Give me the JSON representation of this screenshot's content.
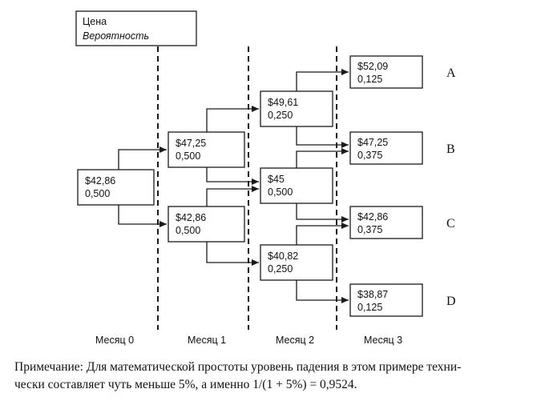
{
  "legend": {
    "price": "Цена",
    "probability": "Вероятность"
  },
  "month_labels": [
    "Месяц 0",
    "Месяц 1",
    "Месяц 2",
    "Месяц 3"
  ],
  "nodes": {
    "m0": {
      "price": "$42,86",
      "prob": "0,500"
    },
    "m1_up": {
      "price": "$47,25",
      "prob": "0,500"
    },
    "m1_down": {
      "price": "$42,86",
      "prob": "0,500"
    },
    "m2_up": {
      "price": "$49,61",
      "prob": "0,250"
    },
    "m2_mid": {
      "price": "$45",
      "prob": "0,500"
    },
    "m2_down": {
      "price": "$40,82",
      "prob": "0,250"
    },
    "m3_a": {
      "price": "$52,09",
      "prob": "0,125"
    },
    "m3_b": {
      "price": "$47,25",
      "prob": "0,375"
    },
    "m3_c": {
      "price": "$42,86",
      "prob": "0,375"
    },
    "m3_d": {
      "price": "$38,87",
      "prob": "0,125"
    }
  },
  "outcome_labels": {
    "a": "A",
    "b": "B",
    "c": "C",
    "d": "D"
  },
  "note": {
    "line1": "Примечание: Для математической простоты уровень падения в этом примере техни-",
    "line2": "чески составляет чуть меньше 5%, а именно 1/(1 + 5%) = 0,9524."
  }
}
